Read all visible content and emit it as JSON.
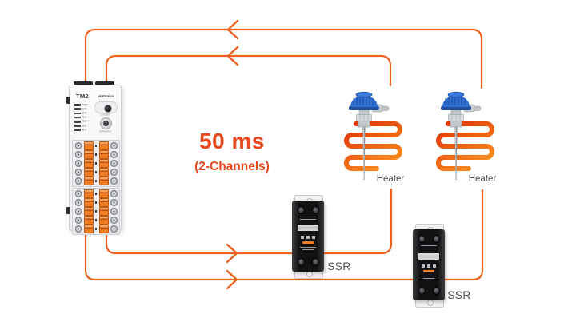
{
  "center_label": {
    "value": "50 ms",
    "sub": "(2-Channels)"
  },
  "controller": {
    "model": "TM2",
    "brand": "Autonics",
    "leds": [
      "PWR",
      "CH1",
      "CH2",
      "AL1",
      "AL2",
      "AL3",
      "AL4"
    ],
    "loader_label": "LOADER",
    "address_label": "ADDRESS"
  },
  "heaters": [
    {
      "label": "Heater"
    },
    {
      "label": "Heater"
    }
  ],
  "ssrs": [
    {
      "label": "SSR"
    },
    {
      "label": "SSR"
    }
  ],
  "colors": {
    "wire": "#F0611F",
    "accent_text": "#E8491D",
    "label_text": "#4D4D50",
    "heater_red": "#E02F06",
    "heater_orange": "#FA8D1E",
    "sensor_blue": "#2E6FD2",
    "terminal_orange": "#EF7D24"
  }
}
